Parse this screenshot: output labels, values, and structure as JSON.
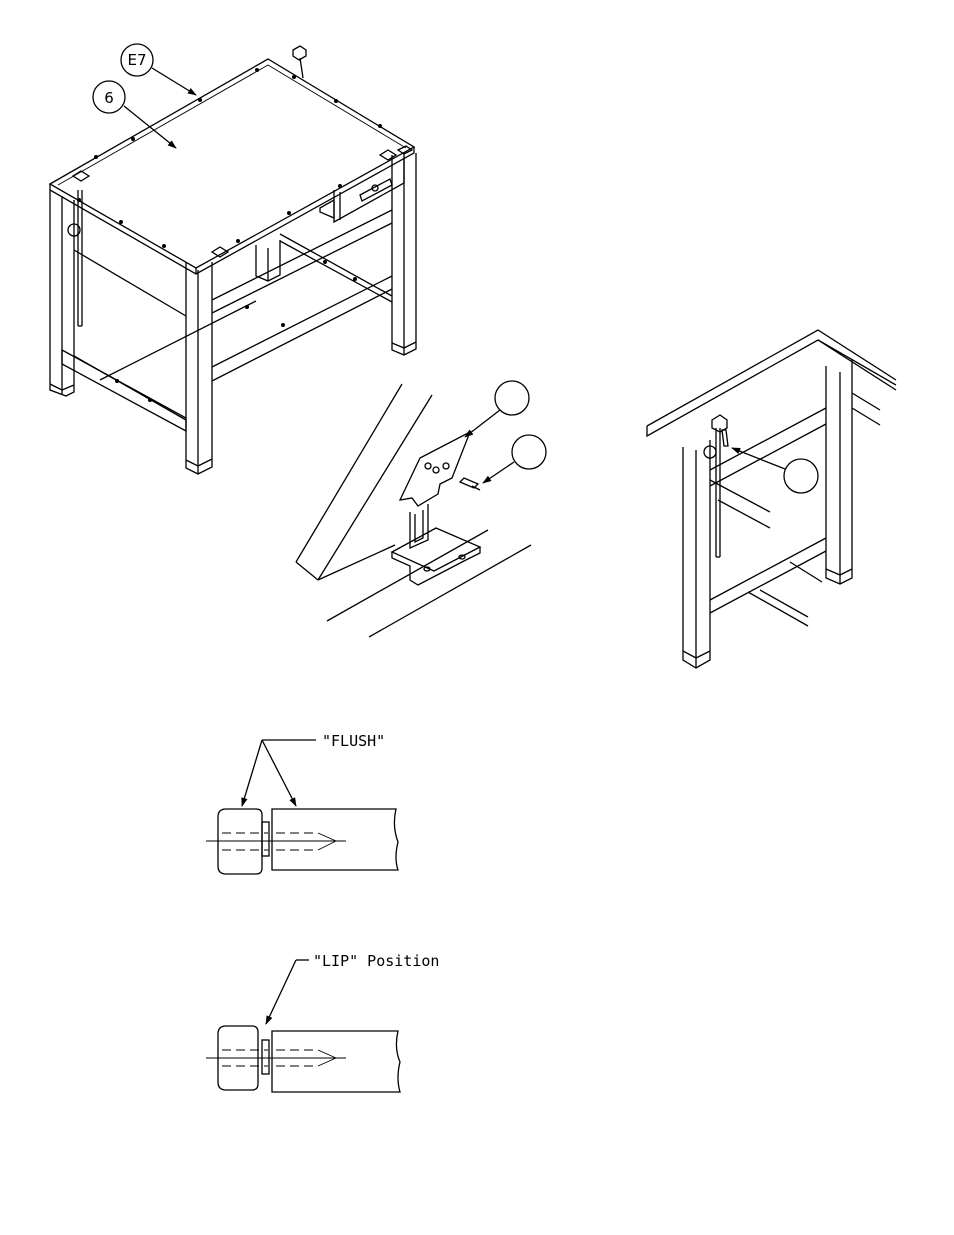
{
  "callouts": {
    "e7": "E7",
    "six": "6",
    "bracket_a": "",
    "bracket_b": "",
    "pin": ""
  },
  "notes": {
    "flush": "\"FLUSH\"",
    "lip": "\"LIP\" Position"
  }
}
